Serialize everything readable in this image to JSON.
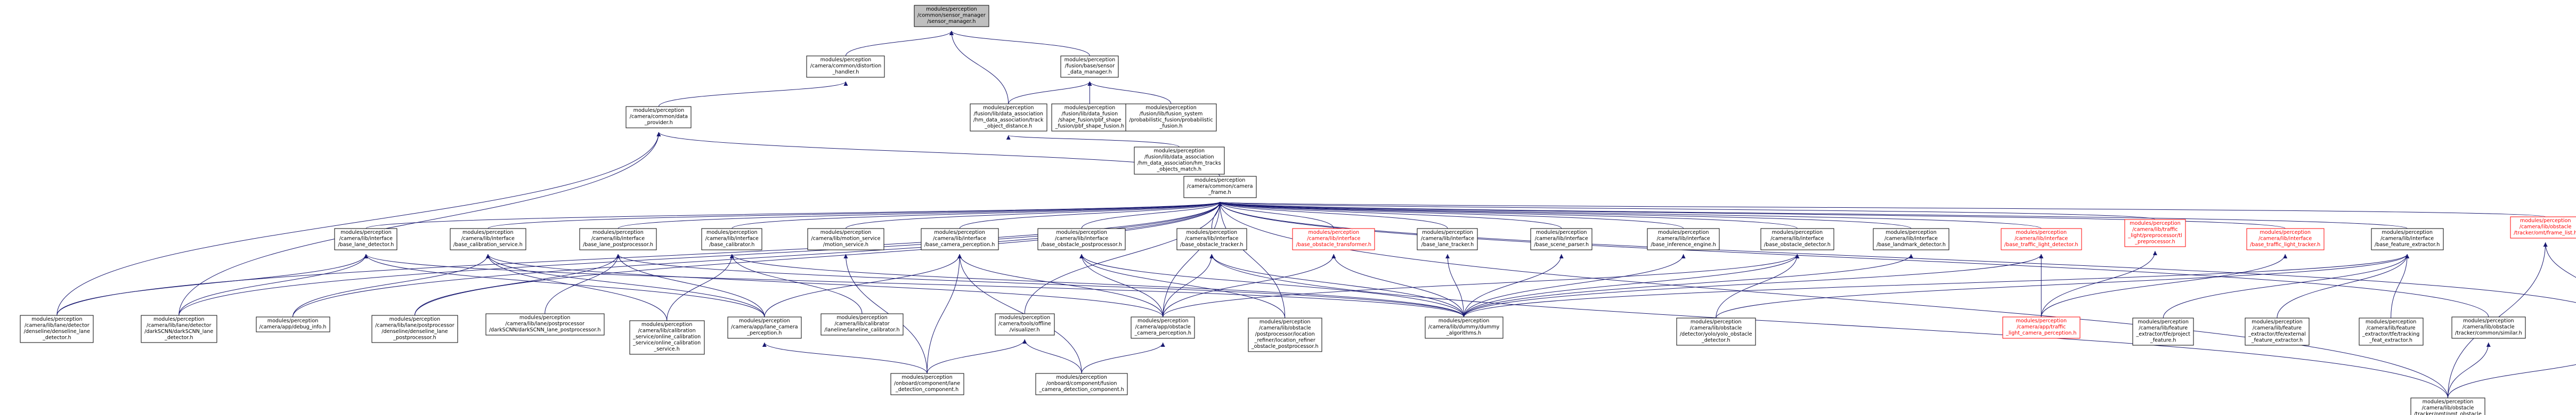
{
  "colors": {
    "edge": "#191970",
    "node_border": "#000000",
    "root_fill": "#bfbfbf",
    "undocumented": "#ff0000"
  },
  "nodes": [
    {
      "id": "root",
      "lines": [
        "modules/perception",
        "/common/sensor_manager",
        "/sensor_manager.h"
      ],
      "root": true
    },
    {
      "id": "distortion",
      "lines": [
        "modules/perception",
        "/camera/common/distortion",
        "_handler.h"
      ]
    },
    {
      "id": "base_data_manager",
      "lines": [
        "modules/perception",
        "/fusion/base/sensor",
        "_data_manager.h"
      ]
    },
    {
      "id": "data_provider",
      "lines": [
        "modules/perception",
        "/camera/common/data",
        "_provider.h"
      ]
    },
    {
      "id": "track_object_distance",
      "lines": [
        "modules/perception",
        "/fusion/lib/data_association",
        "/hm_data_association/track",
        "_object_distance.h"
      ]
    },
    {
      "id": "pbf_shape_fusion",
      "lines": [
        "modules/perception",
        "/fusion/lib/data_fusion",
        "/shape_fusion/pbf_shape",
        "_fusion/pbf_shape_fusion.h"
      ]
    },
    {
      "id": "probabilistic_fusion",
      "lines": [
        "modules/perception",
        "/fusion/lib/fusion_system",
        "/probabilistic_fusion/probabilistic",
        "_fusion.h"
      ]
    },
    {
      "id": "hm_tracks_objects_match",
      "lines": [
        "modules/perception",
        "/fusion/lib/data_association",
        "/hm_data_association/hm_tracks",
        "_objects_match.h"
      ]
    },
    {
      "id": "camera_frame",
      "lines": [
        "modules/perception",
        "/camera/common/camera",
        "_frame.h"
      ]
    },
    {
      "id": "base_lane_detector",
      "lines": [
        "modules/perception",
        "/camera/lib/interface",
        "/base_lane_detector.h"
      ]
    },
    {
      "id": "base_calibration_service",
      "lines": [
        "modules/perception",
        "/camera/lib/interface",
        "/base_calibration_service.h"
      ]
    },
    {
      "id": "base_lane_postprocessor",
      "lines": [
        "modules/perception",
        "/camera/lib/interface",
        "/base_lane_postprocessor.h"
      ]
    },
    {
      "id": "base_calibrator",
      "lines": [
        "modules/perception",
        "/camera/lib/interface",
        "/base_calibrator.h"
      ]
    },
    {
      "id": "motion_service",
      "lines": [
        "modules/perception",
        "/camera/lib/motion_service",
        "/motion_service.h"
      ]
    },
    {
      "id": "base_camera_perception",
      "lines": [
        "modules/perception",
        "/camera/lib/interface",
        "/base_camera_perception.h"
      ]
    },
    {
      "id": "base_obstacle_postprocessor",
      "lines": [
        "modules/perception",
        "/camera/lib/interface",
        "/base_obstacle_postprocessor.h"
      ]
    },
    {
      "id": "base_obstacle_tracker",
      "lines": [
        "modules/perception",
        "/camera/lib/interface",
        "/base_obstacle_tracker.h"
      ]
    },
    {
      "id": "base_obstacle_transformer",
      "lines": [
        "modules/perception",
        "/camera/lib/interface",
        "/base_obstacle_transformer.h"
      ],
      "red": true
    },
    {
      "id": "base_lane_tracker",
      "lines": [
        "modules/perception",
        "/camera/lib/interface",
        "/base_lane_tracker.h"
      ]
    },
    {
      "id": "base_scene_parser",
      "lines": [
        "modules/perception",
        "/camera/lib/interface",
        "/base_scene_parser.h"
      ]
    },
    {
      "id": "base_inference_engine",
      "lines": [
        "modules/perception",
        "/camera/lib/interface",
        "/base_inference_engine.h"
      ]
    },
    {
      "id": "base_obstacle_detector",
      "lines": [
        "modules/perception",
        "/camera/lib/interface",
        "/base_obstacle_detector.h"
      ]
    },
    {
      "id": "base_landmark_detector",
      "lines": [
        "modules/perception",
        "/camera/lib/interface",
        "/base_landmark_detector.h"
      ]
    },
    {
      "id": "base_traffic_light_detector",
      "lines": [
        "modules/perception",
        "/camera/lib/interface",
        "/base_traffic_light_detector.h"
      ],
      "red": true
    },
    {
      "id": "tl_preprocessor",
      "lines": [
        "modules/perception",
        "/camera/lib/traffic",
        "_light/preprocessor/tl",
        "_preprocessor.h"
      ],
      "red": true
    },
    {
      "id": "base_traffic_light_tracker",
      "lines": [
        "modules/perception",
        "/camera/lib/interface",
        "/base_traffic_light_tracker.h"
      ],
      "red": true
    },
    {
      "id": "base_feature_extractor",
      "lines": [
        "modules/perception",
        "/camera/lib/interface",
        "/base_feature_extractor.h"
      ]
    },
    {
      "id": "omt_frame_list",
      "lines": [
        "modules/perception",
        "/camera/lib/obstacle",
        "/tracker/omt/frame_list.h"
      ],
      "red": true
    },
    {
      "id": "denseline_lane_detector",
      "lines": [
        "modules/perception",
        "/camera/lib/lane/detector",
        "/denseline/denseline_lane",
        "_detector.h"
      ]
    },
    {
      "id": "darkSCNN_lane_detector",
      "lines": [
        "modules/perception",
        "/camera/lib/lane/detector",
        "/darkSCNN/darkSCNN_lane",
        "_detector.h"
      ]
    },
    {
      "id": "debug_info",
      "lines": [
        "modules/perception",
        "/camera/app/debug_info.h"
      ]
    },
    {
      "id": "denseline_lane_postprocessor",
      "lines": [
        "modules/perception",
        "/camera/lib/lane/postprocessor",
        "/denseline/denseline_lane",
        "_postprocessor.h"
      ]
    },
    {
      "id": "darkSCNN_lane_postprocessor",
      "lines": [
        "modules/perception",
        "/camera/lib/lane/postprocessor",
        "/darkSCNN/darkSCNN_lane_postprocessor.h"
      ]
    },
    {
      "id": "online_calibration_service",
      "lines": [
        "modules/perception",
        "/camera/lib/calibration",
        "_service/online_calibration",
        "_service/online_calibration",
        "_service.h"
      ]
    },
    {
      "id": "lane_camera_perception",
      "lines": [
        "modules/perception",
        "/camera/app/lane_camera",
        "_perception.h"
      ]
    },
    {
      "id": "laneline_calibrator",
      "lines": [
        "modules/perception",
        "/camera/lib/calibrator",
        "/laneline/laneline_calibrator.h"
      ]
    },
    {
      "id": "offline_visualizer",
      "lines": [
        "modules/perception",
        "/camera/tools/offline",
        "/visualizer.h"
      ]
    },
    {
      "id": "obstacle_camera_perception",
      "lines": [
        "modules/perception",
        "/camera/app/obstacle",
        "_camera_perception.h"
      ]
    },
    {
      "id": "location_refiner_postprocessor",
      "lines": [
        "modules/perception",
        "/camera/lib/obstacle",
        "/postprocessor/location",
        "_refiner/location_refiner",
        "_obstacle_postprocessor.h"
      ]
    },
    {
      "id": "dummy_algorithms",
      "lines": [
        "modules/perception",
        "/camera/lib/dummy/dummy",
        "_algorithms.h"
      ]
    },
    {
      "id": "yolo_obstacle_detector",
      "lines": [
        "modules/perception",
        "/camera/lib/obstacle",
        "/detector/yolo/yolo_obstacle",
        "_detector.h"
      ]
    },
    {
      "id": "traffic_light_camera_perception",
      "lines": [
        "modules/perception",
        "/camera/app/traffic",
        "_light_camera_perception.h"
      ],
      "red": true
    },
    {
      "id": "project_feature",
      "lines": [
        "modules/perception",
        "/camera/lib/feature",
        "_extractor/tfe/project",
        "_feature.h"
      ]
    },
    {
      "id": "external_feature_extractor",
      "lines": [
        "modules/perception",
        "/camera/lib/feature",
        "_extractor/tfe/external",
        "_feature_extractor.h"
      ]
    },
    {
      "id": "tracking_feat_extractor",
      "lines": [
        "modules/perception",
        "/camera/lib/feature",
        "_extractor/tfe/tracking",
        "_feat_extractor.h"
      ]
    },
    {
      "id": "common_similar",
      "lines": [
        "modules/perception",
        "/camera/lib/obstacle",
        "/tracker/common/similar.h"
      ]
    },
    {
      "id": "obstacle_reference",
      "lines": [
        "modules/perception",
        "/camera/lib/obstacle",
        "/tracker/omt/obstacle",
        "_reference.h"
      ]
    },
    {
      "id": "lane_detection_component",
      "lines": [
        "modules/perception",
        "/onboard/component/lane",
        "_detection_component.h"
      ]
    },
    {
      "id": "fusion_camera_detection_component",
      "lines": [
        "modules/perception",
        "/onboard/component/fusion",
        "_camera_detection_component.h"
      ]
    },
    {
      "id": "omt_obstacle_tracker",
      "lines": [
        "modules/perception",
        "/camera/lib/obstacle",
        "/tracker/omt/omt_obstacle",
        "_tracker.h"
      ]
    }
  ]
}
